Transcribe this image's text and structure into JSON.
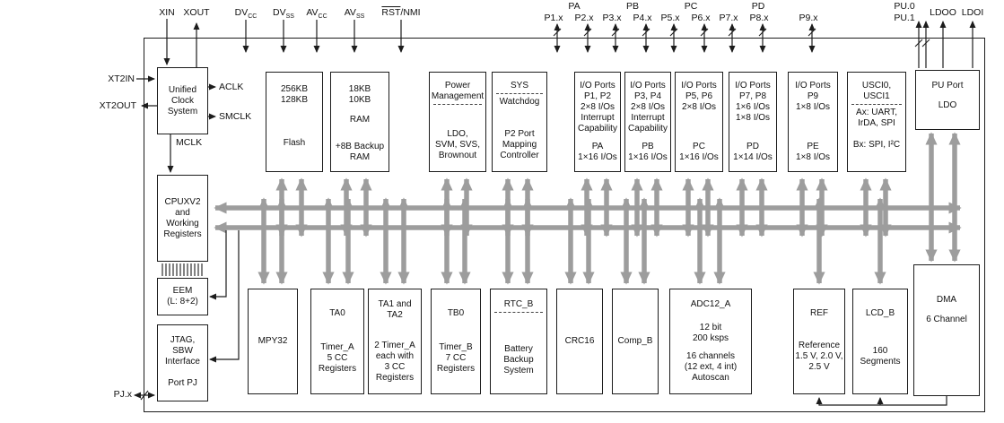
{
  "pins": {
    "xin": "XIN",
    "xout": "XOUT",
    "dvcc_base": "DV",
    "dvcc_sub": "CC",
    "dvss_base": "DV",
    "dvss_sub": "SS",
    "avcc_base": "AV",
    "avcc_sub": "CC",
    "avss_base": "AV",
    "avss_sub": "SS",
    "rst": "RST",
    "nmi": "/NMI",
    "pa": "PA",
    "p1x": "P1.x",
    "p2x": "P2.x",
    "pb": "PB",
    "p3x": "P3.x",
    "p4x": "P4.x",
    "pc": "PC",
    "p5x": "P5.x",
    "p6x": "P6.x",
    "pd": "PD",
    "p7x": "P7.x",
    "p8x": "P8.x",
    "p9x": "P9.x",
    "pu0": "PU.0",
    "pu1": "PU.1",
    "ldoo": "LDOO",
    "ldoi": "LDOI",
    "xt2in": "XT2IN",
    "xt2out": "XT2OUT",
    "pjx": "PJ.x"
  },
  "clock_signals": {
    "aclk": "ACLK",
    "smclk": "SMCLK",
    "mclk": "MCLK"
  },
  "blocks": {
    "clock": {
      "lines": [
        "Unified",
        "Clock",
        "System"
      ]
    },
    "cpu": {
      "lines": [
        "CPUXV2",
        "and",
        "Working",
        "Registers"
      ]
    },
    "eem": {
      "lines": [
        "EEM",
        "(L: 8+2)"
      ]
    },
    "jtag": {
      "lines": [
        "JTAG,",
        "SBW",
        "Interface"
      ],
      "port": "Port PJ"
    },
    "flash": {
      "sizes": [
        "256KB",
        "128KB"
      ],
      "label": "Flash"
    },
    "ram": {
      "sizes": [
        "18KB",
        "10KB"
      ],
      "label": "RAM",
      "backup": [
        "+8B Backup",
        "RAM"
      ]
    },
    "power": {
      "title": [
        "Power",
        "Management"
      ],
      "features": [
        "LDO,",
        "SVM, SVS,",
        "Brownout"
      ]
    },
    "sys": {
      "title": "SYS",
      "watchdog": "Watchdog",
      "mapping": [
        "P2 Port",
        "Mapping",
        "Controller"
      ]
    },
    "port12": {
      "top": [
        "I/O Ports",
        "P1, P2",
        "2×8 I/Os",
        "Interrupt",
        "Capability"
      ],
      "bottom": [
        "PA",
        "1×16 I/Os"
      ]
    },
    "port34": {
      "top": [
        "I/O Ports",
        "P3, P4",
        "2×8 I/Os",
        "Interrupt",
        "Capability"
      ],
      "bottom": [
        "PB",
        "1×16 I/Os"
      ]
    },
    "port56": {
      "top": [
        "I/O Ports",
        "P5, P6",
        "2×8 I/Os"
      ],
      "bottom": [
        "PC",
        "1×16 I/Os"
      ]
    },
    "port78": {
      "top": [
        "I/O Ports",
        "P7, P8",
        "1×6 I/Os",
        "1×8 I/Os"
      ],
      "bottom": [
        "PD",
        "1×14 I/Os"
      ]
    },
    "port9": {
      "top": [
        "I/O Ports",
        "P9",
        "1×8 I/Os"
      ],
      "bottom": [
        "PE",
        "1×8 I/Os"
      ]
    },
    "usci": {
      "title": [
        "USCI0,",
        "USCI1"
      ],
      "a": [
        "Ax: UART,",
        "IrDA, SPI"
      ],
      "b": "Bx: SPI, I²C"
    },
    "pu": {
      "title": "PU Port",
      "sub": "LDO"
    },
    "mpy": {
      "label": "MPY32"
    },
    "ta0": {
      "title": "TA0",
      "lines": [
        "Timer_A",
        "5 CC",
        "Registers"
      ]
    },
    "ta12": {
      "title": [
        "TA1 and",
        "TA2"
      ],
      "lines": [
        "2 Timer_A",
        "each with",
        "3 CC",
        "Registers"
      ]
    },
    "tb0": {
      "title": "TB0",
      "lines": [
        "Timer_B",
        "7 CC",
        "Registers"
      ]
    },
    "rtc": {
      "title": "RTC_B",
      "lines": [
        "Battery",
        "Backup",
        "System"
      ]
    },
    "crc": {
      "label": "CRC16"
    },
    "comp": {
      "label": "Comp_B"
    },
    "adc": {
      "title": "ADC12_A",
      "specs": [
        "12 bit",
        "200 ksps"
      ],
      "channels": [
        "16 channels",
        "(12 ext, 4 int)",
        "Autoscan"
      ]
    },
    "ref": {
      "title": "REF",
      "lines": [
        "Reference",
        "1.5 V, 2.0 V,",
        "2.5 V"
      ]
    },
    "lcd": {
      "title": "LCD_B",
      "lines": [
        "160",
        "Segments"
      ]
    },
    "dma": {
      "title": "DMA",
      "subtitle": "6 Channel"
    }
  }
}
